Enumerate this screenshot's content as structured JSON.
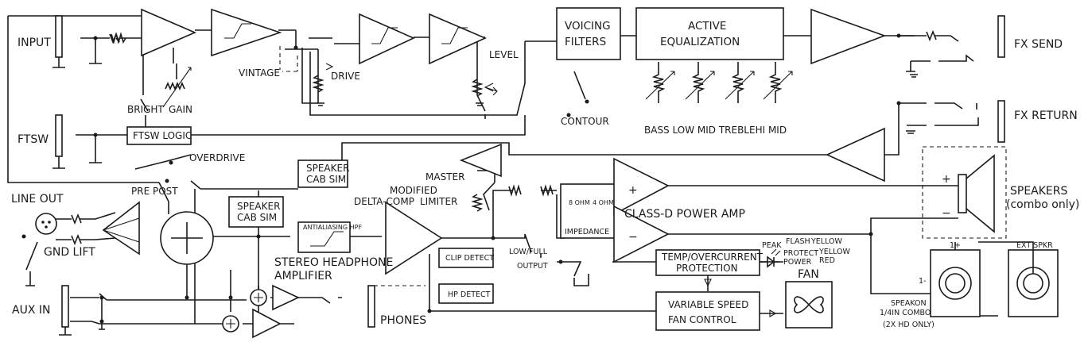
{
  "labels": {
    "input": "INPUT",
    "ftsw": "FTSW",
    "line_out": "LINE OUT",
    "gnd_lift": "GND LIFT",
    "aux_in": "AUX IN",
    "bright": "BRIGHT",
    "gain": "GAIN",
    "vintage": "VINTAGE",
    "drive": "DRIVE",
    "level": "LEVEL",
    "overdrive": "OVERDRIVE",
    "pre_post": "PRE POST",
    "ftsw_logic": "FTSW LOGIC",
    "speaker_cab_sim_1": [
      "SPEAKER",
      "CAB SIM"
    ],
    "speaker_cab_sim_2": [
      "SPEAKER",
      "CAB SIM"
    ],
    "stereo_headphone_amplifier": [
      "STEREO HEADPHONE",
      "AMPLIFIER"
    ],
    "voicing_filters": [
      "VOICING",
      "FILTERS"
    ],
    "contour": "CONTOUR",
    "active_equalization": [
      "ACTIVE",
      "EQUALIZATION"
    ],
    "eq_bands": "BASS LOW MID TREBLEHI MID",
    "master": "MASTER",
    "modified_delta_comp": [
      "MODIFIED",
      "DELTA-COMP",
      "LIMITER"
    ],
    "clip_detect": "CLIP DETECT",
    "hp_detect": "HP DETECT",
    "output": "OUTPUT",
    "low_full": "LOW/FULL",
    "impedance": "IMPEDANCE",
    "imp_8": "8 OHM",
    "imp_4": "4 OHM",
    "class_d": "CLASS-D POWER AMP",
    "temp_overcurrent": [
      "TEMP/OVERCURRENT",
      "PROTECTION"
    ],
    "variable_speed": [
      "VARIABLE SPEED",
      "FAN CONTROL"
    ],
    "fan": "FAN",
    "phones": "PHONES",
    "peak": "PEAK",
    "protect": "PROTECT",
    "power": "POWER",
    "flash": "FLASH",
    "yellow_1": "YELLOW",
    "yellow_2": "YELLOW",
    "red": "RED",
    "fx_send": "FX SEND",
    "fx_return": "FX RETURN",
    "speakers": [
      "SPEAKERS",
      "(combo only)"
    ],
    "plus": "+",
    "minus": "−",
    "ext_spkr": "EXT SPKR",
    "one_plus": "1+",
    "one_minus": "1-",
    "speakon": [
      "SPEAKON",
      "1/4IN COMBO",
      "(2X HD ONLY)"
    ],
    "filter_small": "ANTIALIASING HPF"
  },
  "icons": {
    "fan": "fan-icon",
    "speaker": "speaker-cone-icon",
    "led": "led-icon"
  }
}
